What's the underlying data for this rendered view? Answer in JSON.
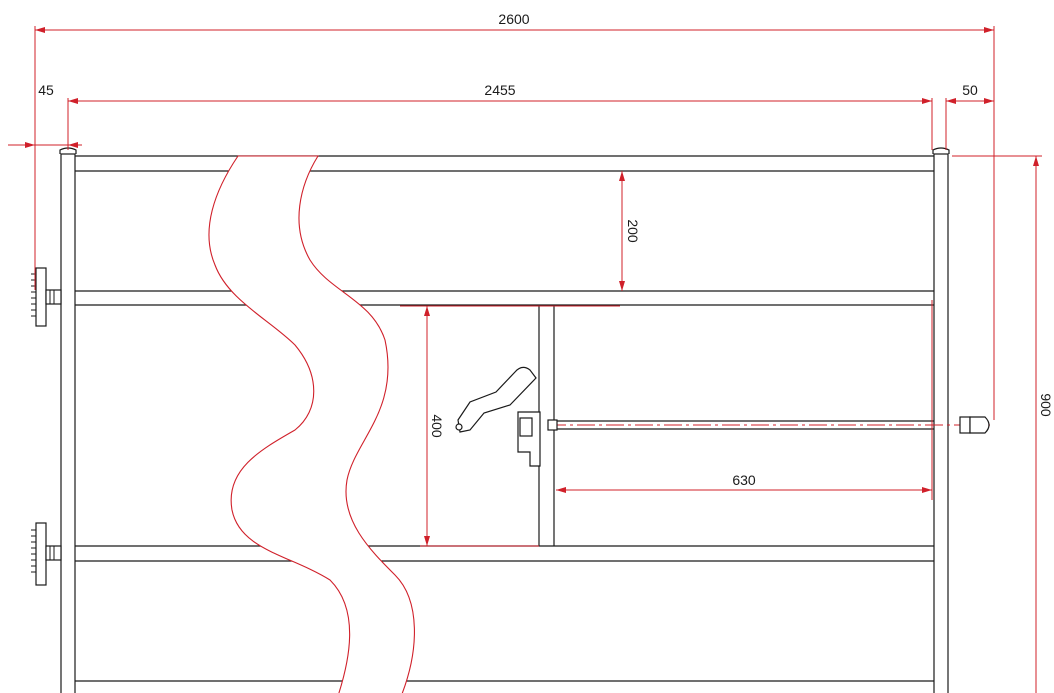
{
  "diagram": {
    "dimensions": {
      "overall_width": "2600",
      "inner_width": "2455",
      "left_offset": "45",
      "right_offset": "50",
      "rail_spacing": "200",
      "bar_length": "630",
      "gate_section": "400",
      "overall_height": "900"
    },
    "colors": {
      "outline": "#1a1a1a",
      "dimension": "#d0202a",
      "background": "#ffffff"
    }
  }
}
